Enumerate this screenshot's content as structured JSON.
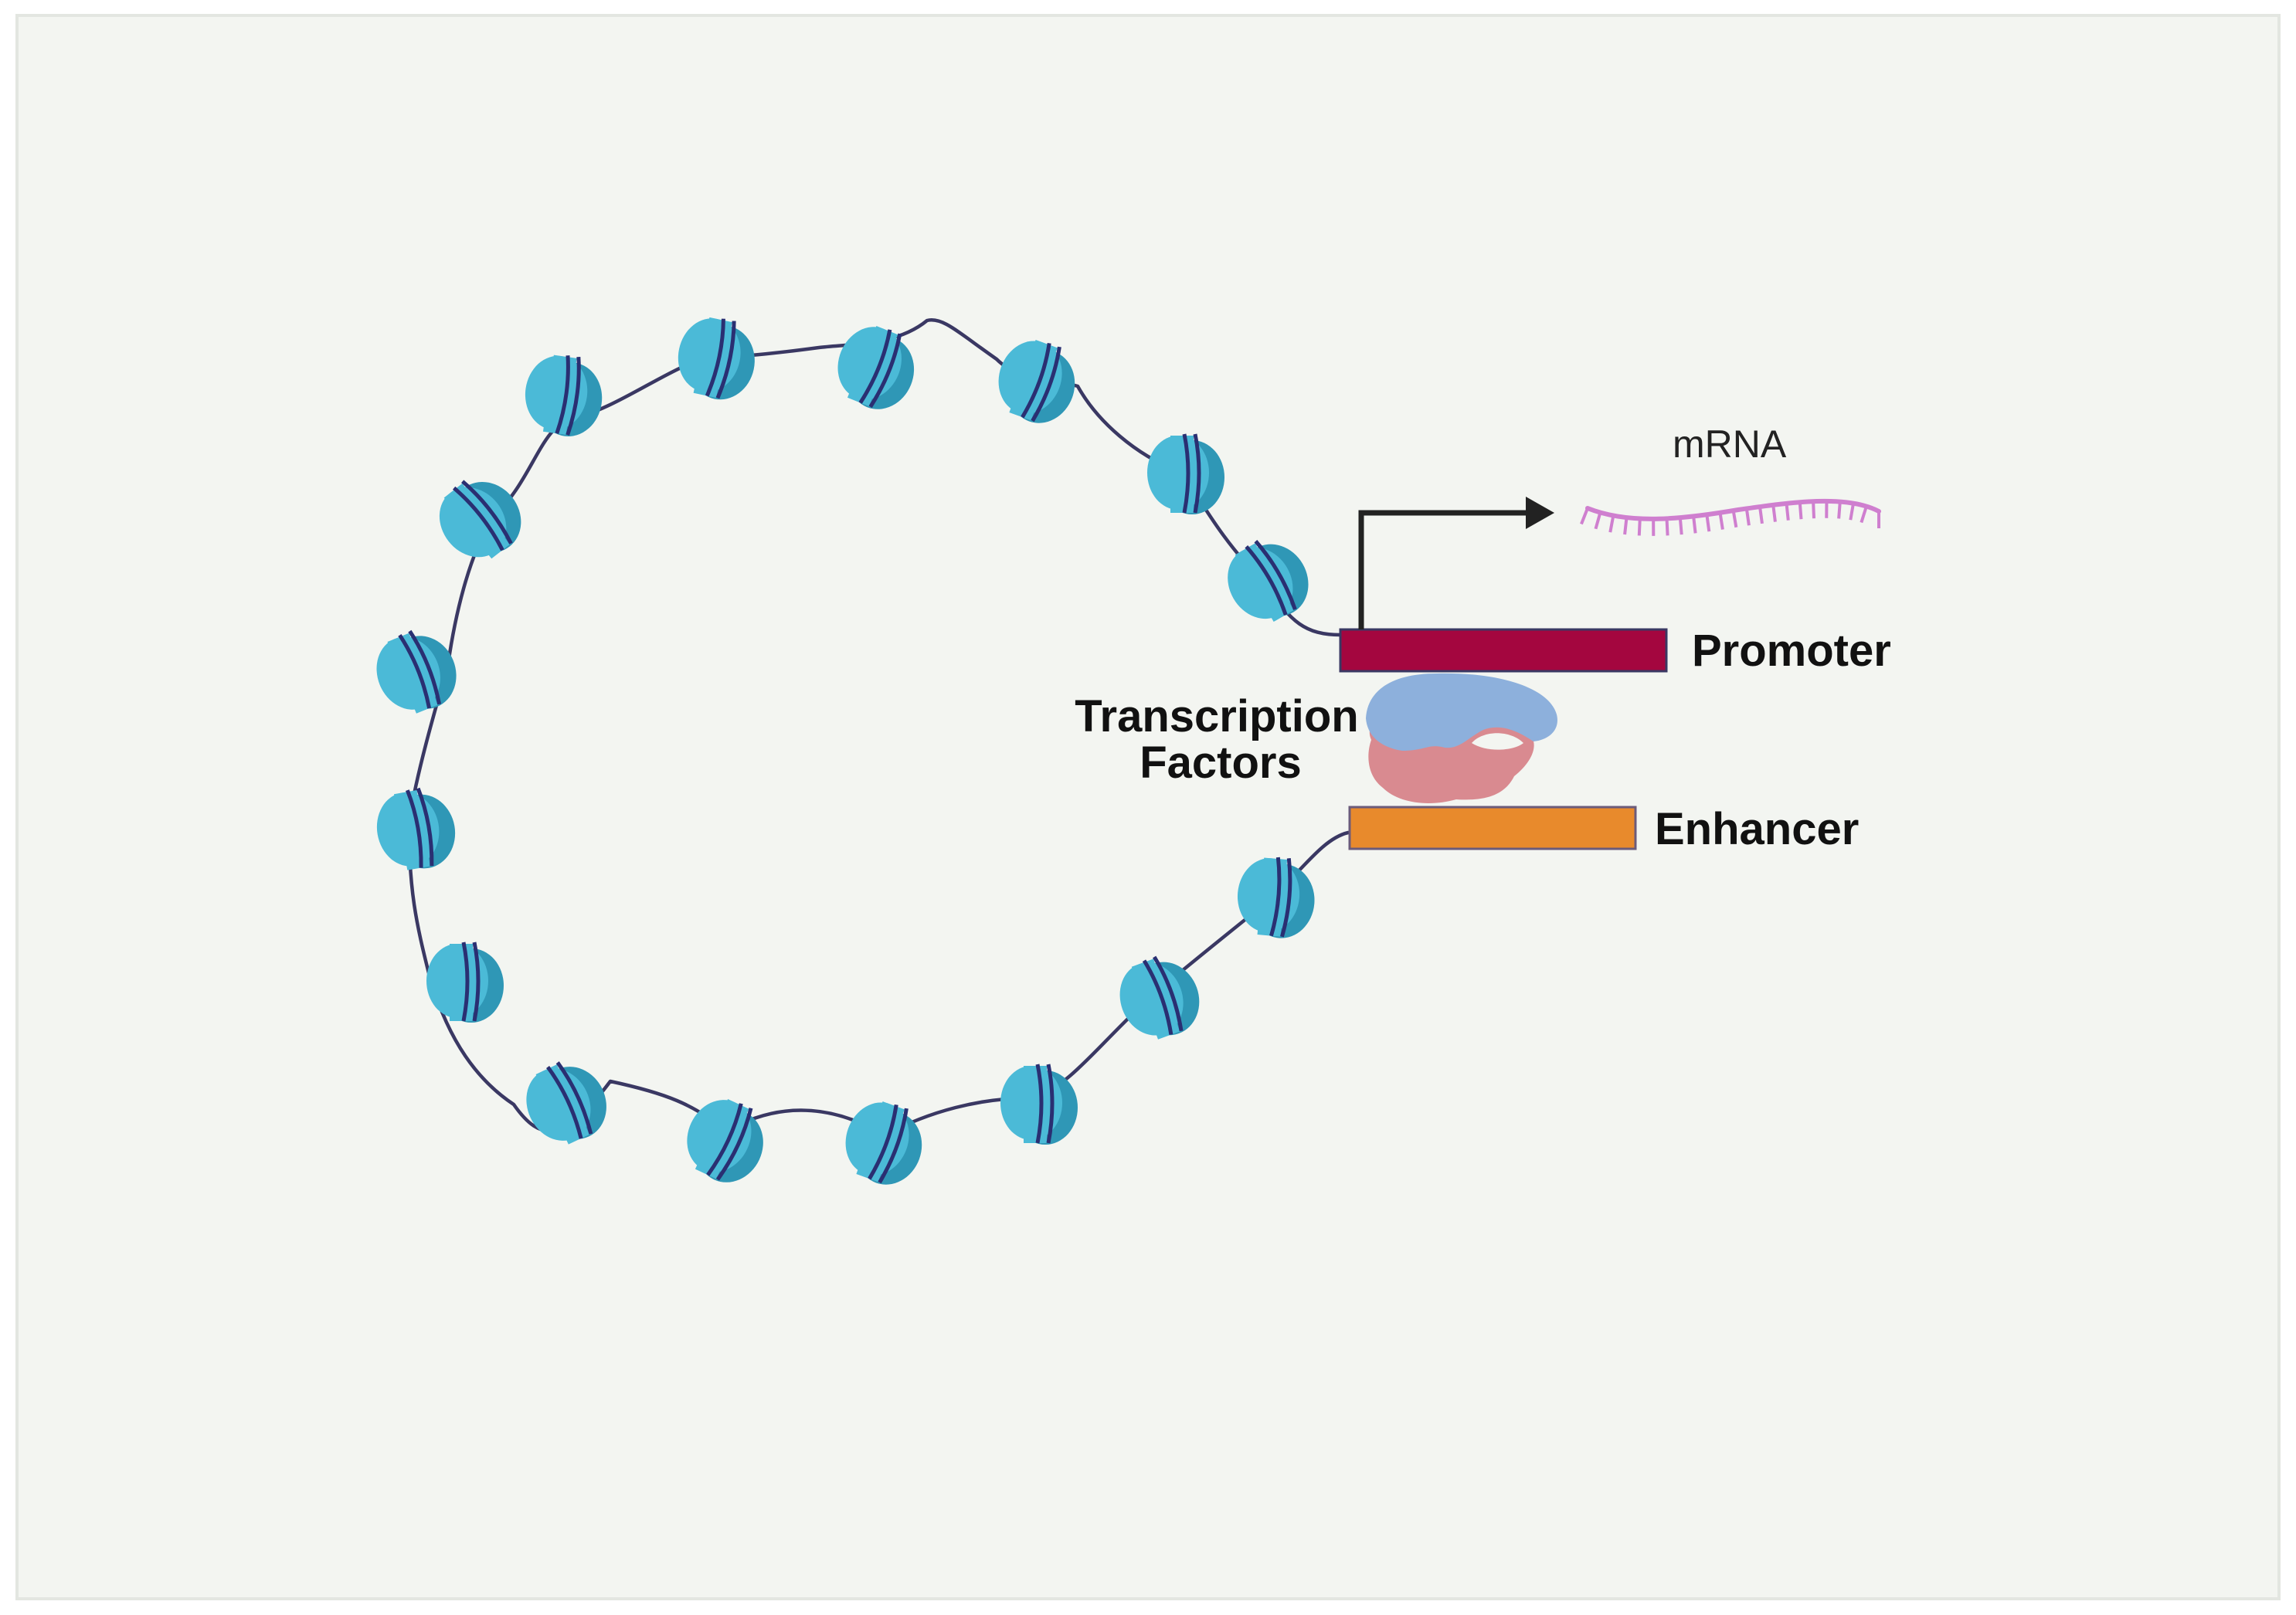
{
  "labels": {
    "mrna": "mRNA",
    "promoter": "Promoter",
    "transcription_factors_line1": "Transcription",
    "transcription_factors_line2": "Factors",
    "enhancer": "Enhancer"
  },
  "colors": {
    "background": "#f3f5f1",
    "border": "#e3e6e1",
    "dna_strand": "#3a3863",
    "nucleosome_fill": "#4bbad7",
    "nucleosome_band": "#2a2f72",
    "promoter": "#a4063f",
    "enhancer": "#e88a2c",
    "arrow": "#222222",
    "mrna": "#cf7fcf",
    "tf_top": "#8db0dc",
    "tf_bottom": "#d98a90"
  },
  "icons": {
    "nucleosome": "nucleosome-icon",
    "arrow": "transcription-arrow-icon",
    "mrna": "mrna-strand-icon",
    "tf": "transcription-factor-complex-icon"
  }
}
